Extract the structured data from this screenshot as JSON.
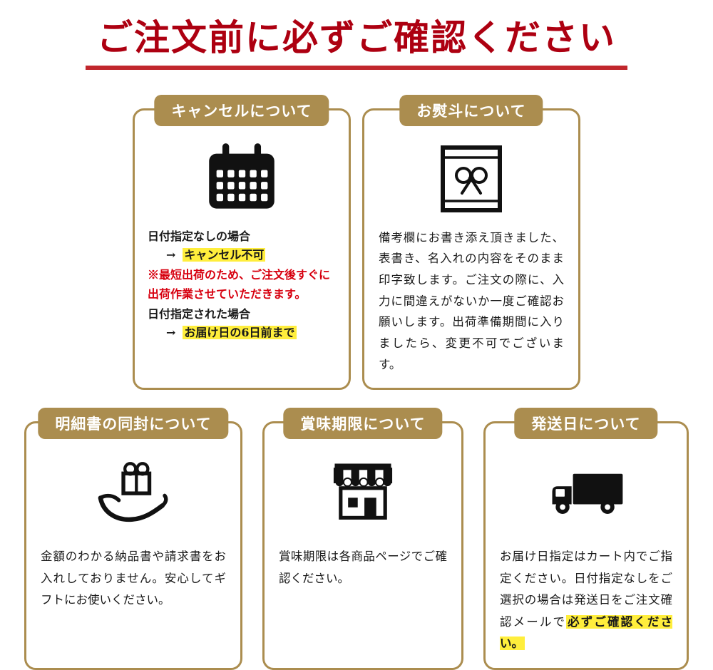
{
  "title": {
    "text": "ご注文前に必ずご確認ください"
  },
  "colors": {
    "title_red": "#ad0011",
    "underline_red": "#c1272d",
    "accent_gold": "#ab8d4f",
    "highlight_yellow": "#ffee3c",
    "note_red": "#d7000f",
    "text_black": "#1a1a1a"
  },
  "cards": {
    "cancel": {
      "title": "キャンセルについて",
      "icon": "calendar-icon",
      "line1": "日付指定なしの場合",
      "arrow": "→",
      "highlight1": "キャンセル不可",
      "note": "※最短出荷のため、ご注文後すぐに出荷作業させていただきます。",
      "line2": "日付指定された場合",
      "highlight2": "お届け日の6日前まで"
    },
    "noshi": {
      "title": "お熨斗について",
      "icon": "noshi-gift-icon",
      "body": "備考欄にお書き添え頂きました、表書き、名入れの内容をそのまま印字致します。ご注文の際に、入力に間違えがないか一度ご確認お願いします。出荷準備期間に入りましたら、変更不可でございます。"
    },
    "invoice": {
      "title": "明細書の同封について",
      "icon": "gift-hand-icon",
      "body": "金額のわかる納品書や請求書をお入れしておりません。安心してギフトにお使いください。"
    },
    "expiry": {
      "title": "賞味期限について",
      "icon": "storefront-icon",
      "body": "賞味期限は各商品ページでご確認ください。"
    },
    "shipping": {
      "title": "発送日について",
      "icon": "truck-icon",
      "body_pre": "お届け日指定はカート内でご指定ください。日付指定なしをご選択の場合は発送日をご注文確認メールで",
      "body_highlight": "必ずご確認ください。"
    }
  }
}
